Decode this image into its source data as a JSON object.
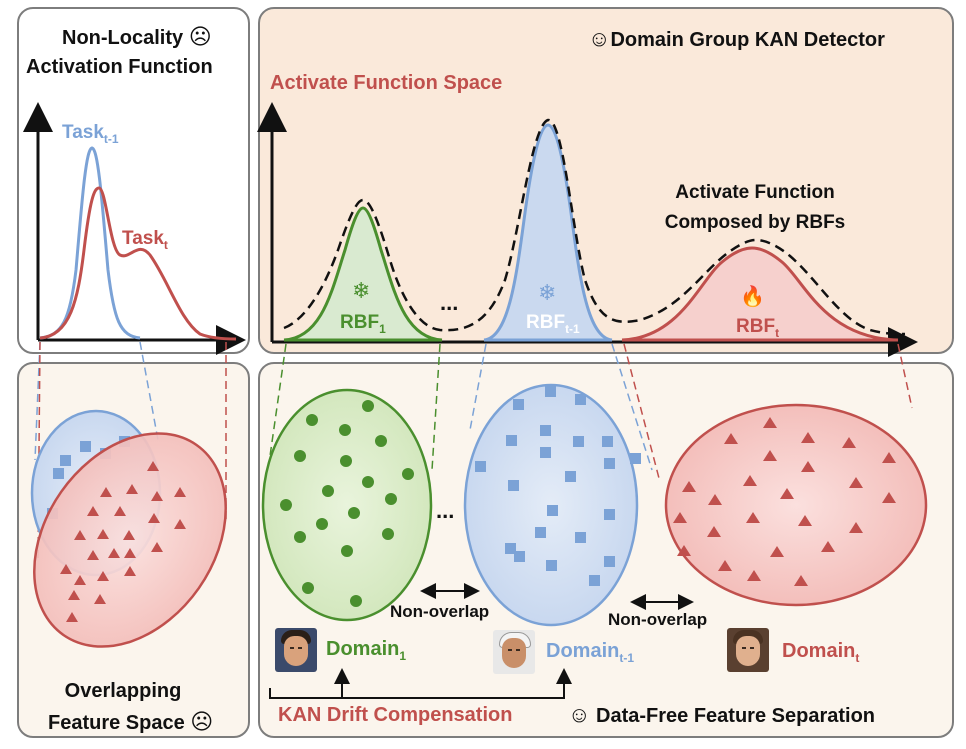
{
  "top_left": {
    "title_line1": "Non-Locality",
    "title_line2": "Activation Function",
    "sad_glyph": "☹",
    "task_prev": "Task",
    "task_prev_sub": "t-1",
    "task_cur": "Task",
    "task_cur_sub": "t"
  },
  "top_right": {
    "title": "Domain Group KAN Detector",
    "smile_glyph": "☺",
    "space_label": "Activate Function Space",
    "composed_line1": "Activate Function",
    "composed_line2": "Composed by RBFs",
    "ellipsis": "...",
    "rbf1": "RBF",
    "rbf1_sub": "1",
    "rbf_prev": "RBF",
    "rbf_prev_sub": "t-1",
    "rbf_cur": "RBF",
    "rbf_cur_sub": "t",
    "snowflake_glyph": "❄",
    "fire_glyph": "🔥"
  },
  "bottom_left": {
    "line1": "Overlapping",
    "line2": "Feature Space",
    "sad_glyph": "☹"
  },
  "bottom_right": {
    "ellipsis": "...",
    "non_overlap_1": "Non-overlap",
    "non_overlap_2": "Non-overlap",
    "domain1": "Domain",
    "domain1_sub": "1",
    "domain_prev": "Domain",
    "domain_prev_sub": "t-1",
    "domain_cur": "Domain",
    "domain_cur_sub": "t",
    "drift": "KAN Drift Compensation",
    "separation": "Data-Free Feature Separation",
    "smile_glyph": "☺"
  },
  "colors": {
    "green": "#4a8f2e",
    "blue": "#7ba2d6",
    "red": "#c0504d",
    "panel_top_right": "#fae9da",
    "panel_bottom": "#fbf5ed"
  }
}
